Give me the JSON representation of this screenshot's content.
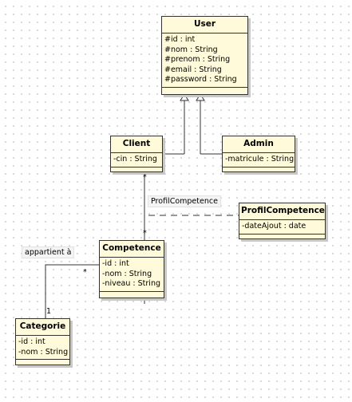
{
  "classes": {
    "user": {
      "name": "User",
      "attrs": [
        "#id : int",
        "#nom : String",
        "#prenom : String",
        "#email : String",
        "#password : String"
      ]
    },
    "client": {
      "name": "Client",
      "attrs": [
        "-cin : String"
      ]
    },
    "admin": {
      "name": "Admin",
      "attrs": [
        "-matricule : String"
      ]
    },
    "profil": {
      "name": "ProfilCompetence",
      "attrs": [
        "-dateAjout : date"
      ]
    },
    "competence": {
      "name": "Competence",
      "attrs": [
        "-id : int",
        "-nom : String",
        "-niveau : String"
      ]
    },
    "categorie": {
      "name": "Categorie",
      "attrs": [
        "-id : int",
        "-nom : String"
      ]
    }
  },
  "labels": {
    "assoc_class_name": "ProfilCompetence",
    "appartient": "appartient à",
    "client_mult": "*",
    "competence_mult_top": "*",
    "competence_mult_left": "*",
    "categorie_mult": "1"
  }
}
